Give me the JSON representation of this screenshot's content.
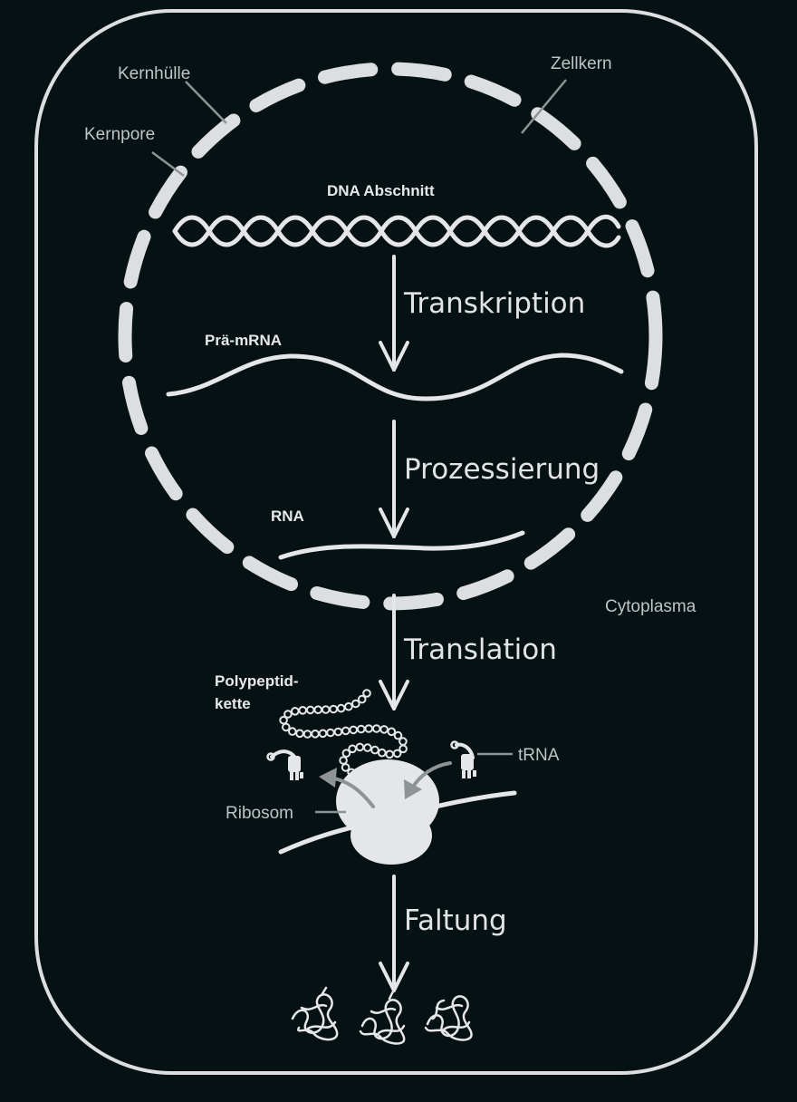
{
  "labels": {
    "kernhuelle": "Kernhülle",
    "zellkern": "Zellkern",
    "kernpore": "Kernpore",
    "dna": "DNA Abschnitt",
    "pre_mrna": "Prä-mRNA",
    "rna": "RNA",
    "cytoplasma": "Cytoplasma",
    "polypeptide_1": "Polypeptid-",
    "polypeptide_2": "kette",
    "trna": "tRNA",
    "ribosom": "Ribosom"
  },
  "steps": {
    "transcription": "Transkription",
    "processing": "Prozessierung",
    "translation": "Translation",
    "folding": "Faltung"
  },
  "colors": {
    "background": "#061114",
    "outline": "#dcdfe0",
    "text": "#bfc4c6",
    "arrow_gray": "#8e9496"
  }
}
